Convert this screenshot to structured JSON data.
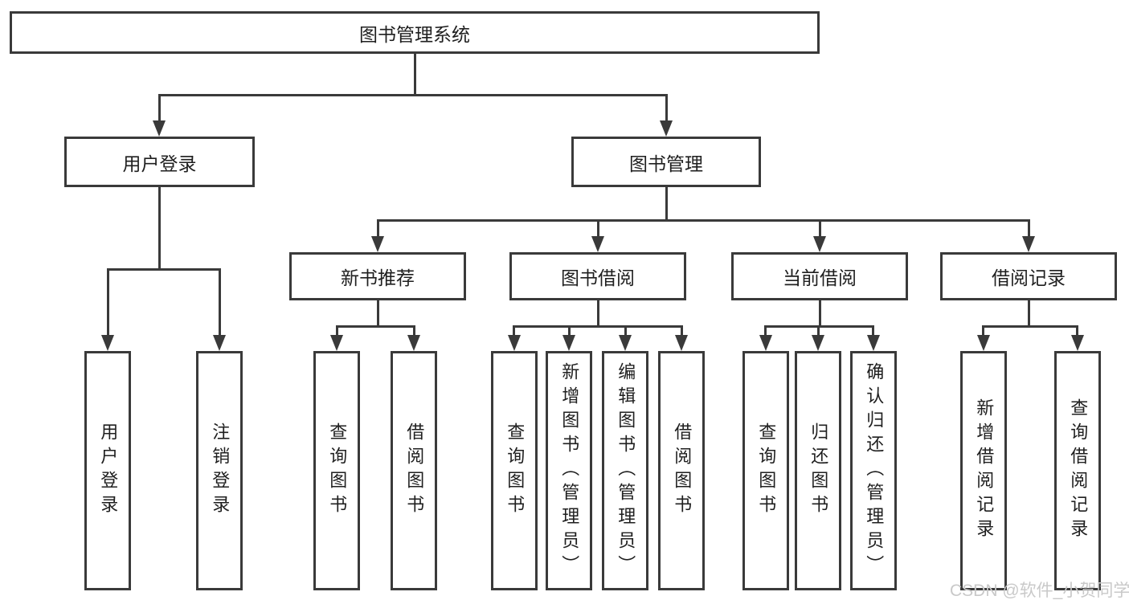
{
  "diagram_type": "hierarchy-tree",
  "colors": {
    "line": "#3a3a3a",
    "text": "#1f1f1f",
    "background": "#ffffff",
    "watermark": "#c9c9c9"
  },
  "tree": {
    "label": "图书管理系统",
    "children": [
      {
        "label": "用户登录",
        "children": [
          {
            "label": "用户登录"
          },
          {
            "label": "注销登录"
          }
        ]
      },
      {
        "label": "图书管理",
        "children": [
          {
            "label": "新书推荐",
            "children": [
              {
                "label": "查询图书"
              },
              {
                "label": "借阅图书"
              }
            ]
          },
          {
            "label": "图书借阅",
            "children": [
              {
                "label": "查询图书"
              },
              {
                "label": "新增图书（管理员）"
              },
              {
                "label": "编辑图书（管理员）"
              },
              {
                "label": "借阅图书"
              }
            ]
          },
          {
            "label": "当前借阅",
            "children": [
              {
                "label": "查询图书"
              },
              {
                "label": "归还图书"
              },
              {
                "label": "确认归还（管理员）"
              }
            ]
          },
          {
            "label": "借阅记录",
            "children": [
              {
                "label": "新增借阅记录"
              },
              {
                "label": "查询借阅记录"
              }
            ]
          }
        ]
      }
    ]
  },
  "watermark": {
    "text": "CSDN @软件_小贺同学"
  }
}
